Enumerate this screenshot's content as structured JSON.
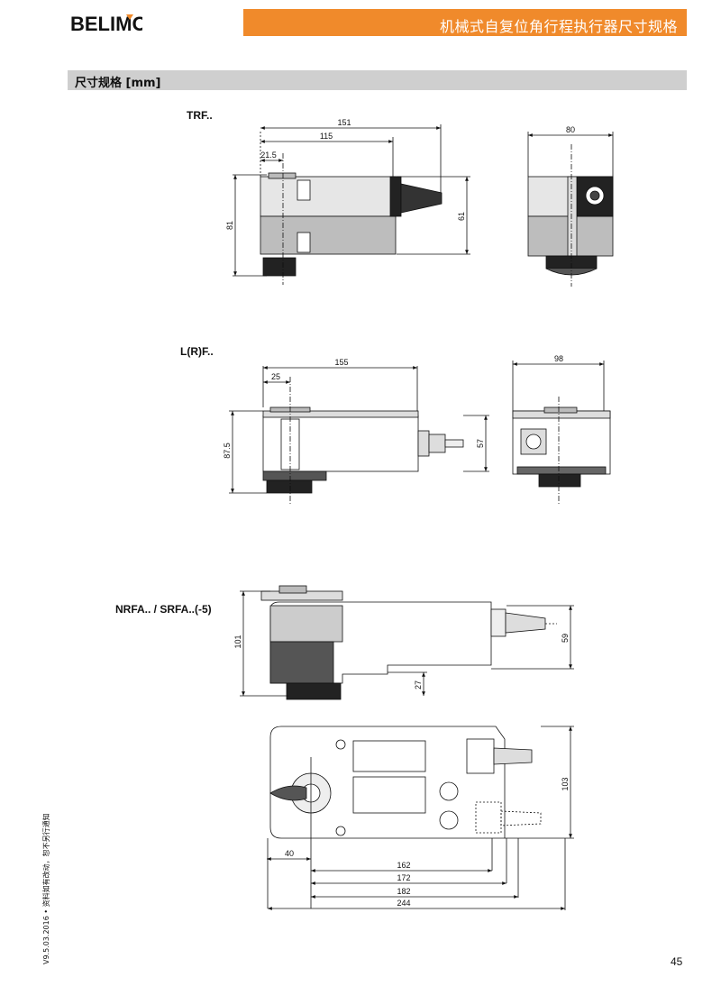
{
  "brand": {
    "name": "BELIMO"
  },
  "header": {
    "title": "机械式自复位角行程执行器尺寸规格"
  },
  "section": {
    "title": "尺寸规格 [mm]"
  },
  "models": [
    {
      "label": "TRF..",
      "dims": {
        "width_total": "151",
        "width_body": "115",
        "shaft_offset": "21.5",
        "height_total": "81",
        "height_cable": "61",
        "depth": "80"
      }
    },
    {
      "label": "L(R)F..",
      "dims": {
        "width_total": "155",
        "shaft_offset": "25",
        "height_total": "87.5",
        "height_cable": "57",
        "depth": "98"
      }
    },
    {
      "label": "NRFA.. / SRFA..(-5)",
      "dims": {
        "height_total": "101",
        "height_cable": "59",
        "shaft_height": "27",
        "depth": "103",
        "shaft_offset": "40",
        "len1": "162",
        "len2": "172",
        "len3": "182",
        "len4": "244"
      }
    }
  ],
  "footer": {
    "version_note": "V9.5.03.2016 • 资料如有改动，恕不另行通知",
    "page_number": "45"
  }
}
